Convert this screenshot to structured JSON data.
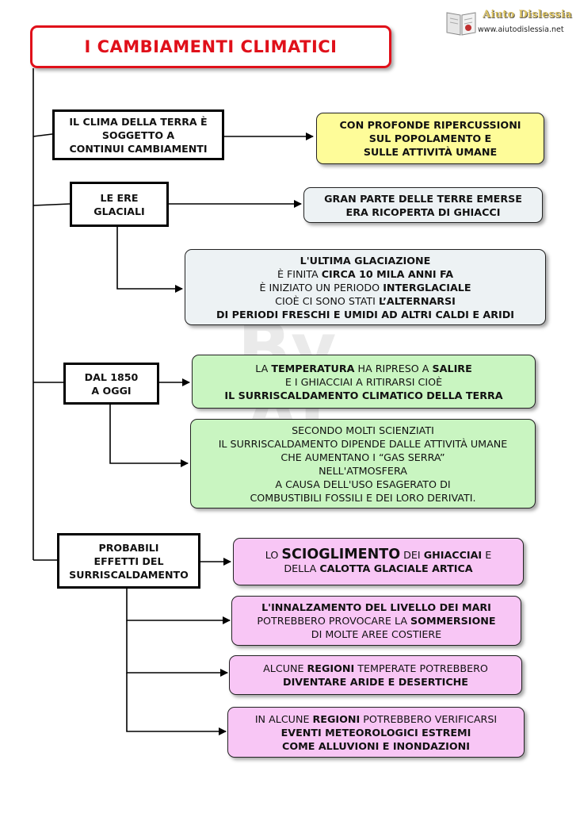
{
  "logo": {
    "title": "Aiuto Dislessia",
    "url": "www.aiutodislessia.net",
    "icon": "book-icon"
  },
  "watermark": [
    "By",
    "AI"
  ],
  "title": "I CAMBIAMENTI CLIMATICI",
  "nodes": {
    "k1": {
      "lines": [
        [
          {
            "t": "IL CLIMA DELLA TERRA È"
          }
        ],
        [
          {
            "t": "SOGGETTO A"
          }
        ],
        [
          {
            "t": "CONTINUI CAMBIAMENTI"
          }
        ]
      ]
    },
    "k2": {
      "lines": [
        [
          {
            "t": "LE ERE"
          }
        ],
        [
          {
            "t": "GLACIALI"
          }
        ]
      ]
    },
    "k3": {
      "lines": [
        [
          {
            "t": "DAL 1850"
          }
        ],
        [
          {
            "t": "A OGGI"
          }
        ]
      ]
    },
    "k4": {
      "lines": [
        [
          {
            "t": "PROBABILI"
          }
        ],
        [
          {
            "t": "EFFETTI DEL"
          }
        ],
        [
          {
            "t": "SURRISCALDAMENTO"
          }
        ]
      ]
    },
    "r1": {
      "lines": [
        [
          {
            "t": "CON PROFONDE RIPERCUSSIONI",
            "b": true
          }
        ],
        [
          {
            "t": "SUL POPOLAMENTO E",
            "b": true
          }
        ],
        [
          {
            "t": "SULLE ATTIVITÀ UMANE",
            "b": true
          }
        ]
      ]
    },
    "r2": {
      "lines": [
        [
          {
            "t": "GRAN PARTE DELLE TERRE EMERSE",
            "b": true
          }
        ],
        [
          {
            "t": "ERA RICOPERTA DI GHIACCI",
            "b": true
          }
        ]
      ]
    },
    "r3": {
      "lines": [
        [
          {
            "t": "L'ULTIMA GLACIAZIONE",
            "b": true
          }
        ],
        [
          {
            "t": "È FINITA "
          },
          {
            "t": "CIRCA 10 MILA ANNI FA",
            "b": true
          }
        ],
        [
          {
            "t": "È INIZIATO UN PERIODO  "
          },
          {
            "t": "INTERGLACIALE",
            "b": true
          }
        ],
        [
          {
            "t": "CIOÈ  CI SONO STATI "
          },
          {
            "t": "L’ALTERNARSI",
            "b": true
          }
        ],
        [
          {
            "t": "DI PERIODI FRESCHI E UMIDI AD ALTRI CALDI E ARIDI",
            "b": true
          }
        ]
      ]
    },
    "r4": {
      "lines": [
        [
          {
            "t": "LA "
          },
          {
            "t": "TEMPERATURA",
            "b": true
          },
          {
            "t": " HA RIPRESO A "
          },
          {
            "t": "SALIRE",
            "b": true
          }
        ],
        [
          {
            "t": "E I GHIACCIAI A RITIRARSI CIOÈ"
          }
        ],
        [
          {
            "t": "IL SURRISCALDAMENTO CLIMATICO DELLA TERRA",
            "b": true
          }
        ]
      ]
    },
    "r5": {
      "lines": [
        [
          {
            "t": "SECONDO MOLTI SCIENZIATI"
          }
        ],
        [
          {
            "t": "IL SURRISCALDAMENTO DIPENDE DALLE ATTIVITÀ UMANE"
          }
        ],
        [
          {
            "t": "CHE AUMENTANO I “GAS SERRA”"
          }
        ],
        [
          {
            "t": "NELL'ATMOSFERA"
          }
        ],
        [
          {
            "t": "A CAUSA DELL'USO ESAGERATO DI"
          }
        ],
        [
          {
            "t": "COMBUSTIBILI FOSSILI E DEI LORO DERIVATI."
          }
        ]
      ]
    },
    "r6": {
      "lines": [
        [
          {
            "t": "LO "
          },
          {
            "t": "SCIOGLIMENTO",
            "big": true
          },
          {
            "t": " DEI "
          },
          {
            "t": "GHIACCIAI",
            "b": true
          },
          {
            "t": " E"
          }
        ],
        [
          {
            "t": "DELLA "
          },
          {
            "t": "CALOTTA GLACIALE ARTICA",
            "b": true
          }
        ]
      ]
    },
    "r7": {
      "lines": [
        [
          {
            "t": "L'INNALZAMENTO DEL LIVELLO DEI MARI",
            "b": true
          }
        ],
        [
          {
            "t": "POTREBBERO PROVOCARE LA "
          },
          {
            "t": "SOMMERSIONE",
            "b": true
          }
        ],
        [
          {
            "t": "DI MOLTE AREE COSTIERE"
          }
        ]
      ]
    },
    "r8": {
      "lines": [
        [
          {
            "t": "ALCUNE "
          },
          {
            "t": "REGIONI",
            "b": true
          },
          {
            "t": " TEMPERATE POTREBBERO"
          }
        ],
        [
          {
            "t": "DIVENTARE ARIDE E DESERTICHE",
            "b": true
          }
        ]
      ]
    },
    "r9": {
      "lines": [
        [
          {
            "t": "IN ALCUNE "
          },
          {
            "t": "REGIONI",
            "b": true
          },
          {
            "t": " POTREBBERO VERIFICARSI"
          }
        ],
        [
          {
            "t": "EVENTI METEOROLOGICI ESTREMI",
            "b": true
          }
        ],
        [
          {
            "t": "COME ALLUVIONI E INONDAZIONI",
            "b": true
          }
        ]
      ]
    }
  },
  "edges": [
    [
      "title",
      "k1"
    ],
    [
      "title",
      "k2"
    ],
    [
      "title",
      "k3"
    ],
    [
      "title",
      "k4"
    ],
    [
      "k1",
      "r1"
    ],
    [
      "k2",
      "r2"
    ],
    [
      "k2",
      "r3"
    ],
    [
      "k3",
      "r4"
    ],
    [
      "k3",
      "r5"
    ],
    [
      "k4",
      "r6"
    ],
    [
      "k4",
      "r7"
    ],
    [
      "k4",
      "r8"
    ],
    [
      "k4",
      "r9"
    ]
  ]
}
